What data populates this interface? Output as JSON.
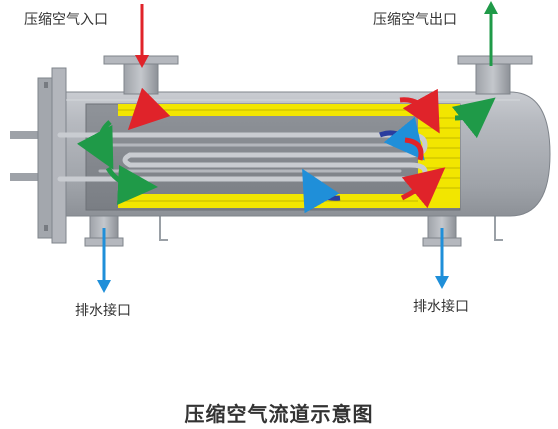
{
  "labels": {
    "air_inlet": "压缩空气入口",
    "air_outlet": "压缩空气出口",
    "drain_left": "排水接口",
    "drain_right": "排水接口"
  },
  "title": "压缩空气流道示意图",
  "colors": {
    "shell": "#a9adb3",
    "shell_dark": "#7f848b",
    "fins": "#f2e600",
    "inlet_arrow": "#e0232a",
    "outlet_arrow": "#1f9a48",
    "drain_arrow": "#1f8fd9",
    "flow_hot": "#e0232a",
    "flow_cold": "#2a3d9e"
  }
}
